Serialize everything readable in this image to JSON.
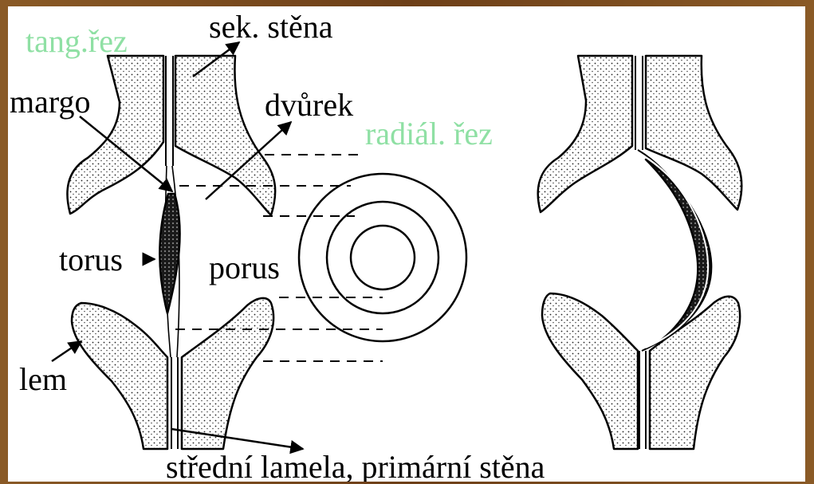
{
  "labels": {
    "tang_rez": "tang.řez",
    "sek_stena": "sek. stěna",
    "margo": "margo",
    "dvurek": "dvůrek",
    "radial_rez": "radiál. řez",
    "torus": "torus",
    "porus": "porus",
    "lem": "lem",
    "stredni_lamela": "střední lamela, primární stěna"
  },
  "colors": {
    "background": "#7a4a20",
    "panel": "#ffffff",
    "ink": "#000000",
    "section_label": "#8fe0a4"
  }
}
